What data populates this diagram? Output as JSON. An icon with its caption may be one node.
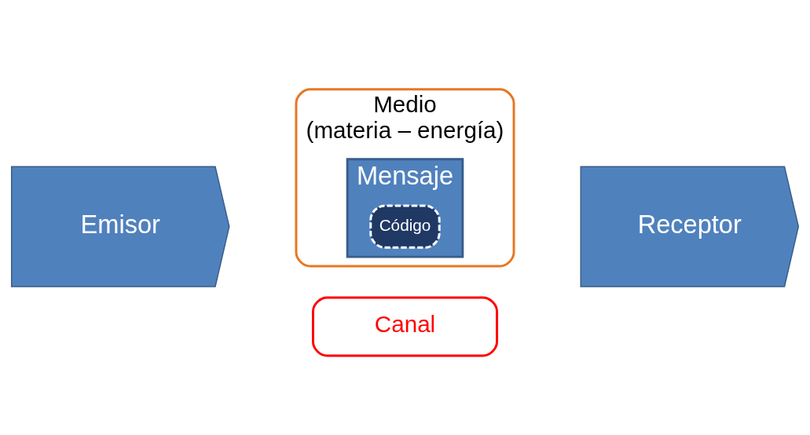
{
  "diagram": {
    "nodes": [
      {
        "text": [
          "Emisor"
        ]
      },
      {
        "text": [
          "Medio",
          "(materia – energía)"
        ]
      },
      {
        "text": [
          "Mensaje"
        ],
        "in": 1
      },
      {
        "text": [
          "Código"
        ],
        "in": 2
      },
      {
        "text": [
          "Receptor"
        ]
      },
      {
        "text": [
          "Canal"
        ]
      }
    ],
    "edges": []
  }
}
